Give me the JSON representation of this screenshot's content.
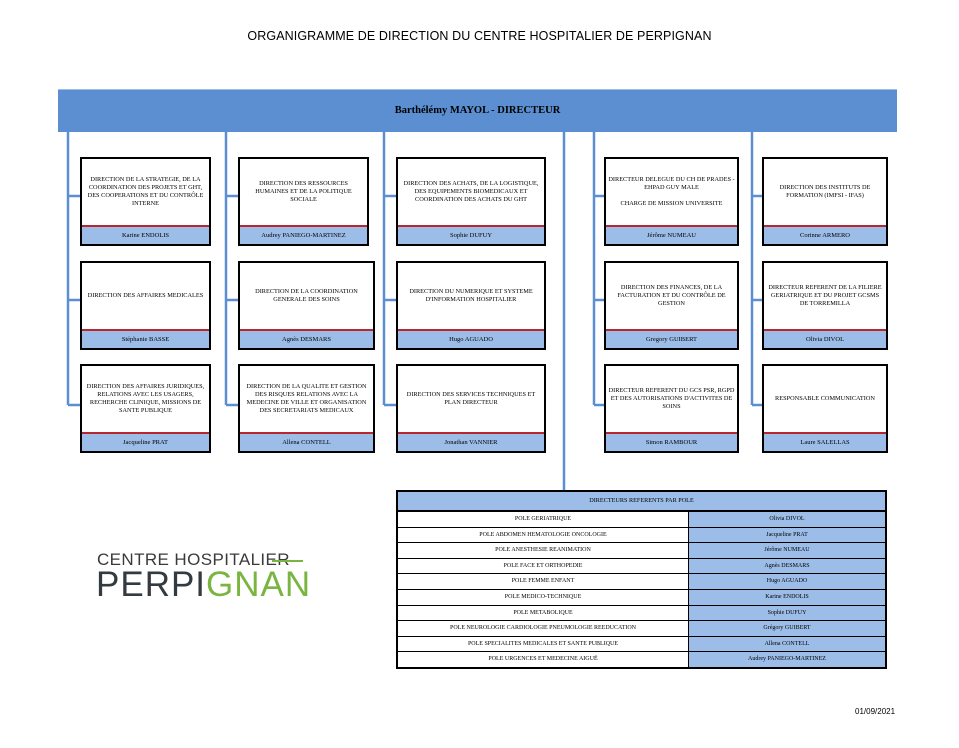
{
  "title": "ORGANIGRAMME DE DIRECTION DU CENTRE HOSPITALIER DE PERPIGNAN",
  "director": "Barthélémy MAYOL - DIRECTEUR",
  "cards": [
    {
      "title": "DIRECTION DE LA STRATEGIE, DE LA COORDINATION DES PROJETS ET GHT, DES COOPERATIONS ET DU CONTRÔLE INTERNE",
      "name": "Karine ENDOLIS"
    },
    {
      "title": "DIRECTION DES RESSOURCES HUMAINES ET DE LA POLITIQUE SOCIALE",
      "name": "Audrey PANIEGO-MARTINEZ"
    },
    {
      "title": "DIRECTION DES ACHATS, DE LA LOGISTIQUE, DES EQUIPEMENTS BIOMEDICAUX ET COORDINATION DES ACHATS DU GHT",
      "name": "Sophie DUFUY"
    },
    {
      "title": "DIRECTEUR DELEGUE DU CH DE PRADES - EHPAD GUY MALE\n\nCHARGE DE MISSION UNIVERSITE",
      "name": "Jérôme NUMEAU"
    },
    {
      "title": "DIRECTION DES INSTITUTS DE FORMATION (IMFSI - IFAS)",
      "name": "Corinne ARMERO"
    },
    {
      "title": "DIRECTION DES AFFAIRES MEDICALES",
      "name": "Stéphanie BASSE"
    },
    {
      "title": "DIRECTION DE LA COORDINATION GENERALE DES SOINS",
      "name": "Agnès DESMARS"
    },
    {
      "title": "DIRECTION DU NUMERIQUE ET SYSTEME D'INFORMATION HOSPITALIER",
      "name": "Hugo AGUADO"
    },
    {
      "title": "DIRECTION DES FINANCES, DE LA FACTURATION ET DU CONTRÔLE DE GESTION",
      "name": "Gregory GUIBERT"
    },
    {
      "title": "DIRECTEUR REFERENT DE LA FILIERE GERIATRIQUE ET DU PROJET GCSMS DE TORREMILLA",
      "name": "Olivia DIVOL"
    },
    {
      "title": "DIRECTION DES AFFAIRES JURIDIQUES, RELATIONS AVEC LES USAGERS, RECHERCHE CLINIQUE, MISSIONS DE SANTE PUBLIQUE",
      "name": "Jacqueline PRAT"
    },
    {
      "title": "DIRECTION DE LA QUALITE ET GESTION DES RISQUES RELATIONS AVEC LA MEDECINE DE VILLE ET ORGANISATION DES SECRETARIATS MEDICAUX",
      "name": "Allena CONTELL"
    },
    {
      "title": "DIRECTION DES SERVICES TECHNIQUES ET PLAN DIRECTEUR",
      "name": "Jonathan VANNIER"
    },
    {
      "title": "DIRECTEUR REFERENT DU GCS PSR, RGPD ET DES AUTORISATIONS D'ACTIVITES DE SOINS",
      "name": "Simon RAMBOUR"
    },
    {
      "title": "RESPONSABLE COMMUNICATION",
      "name": "Laure SALELLAS"
    }
  ],
  "poles_table": {
    "header": "DIRECTEURS REFERENTS PAR POLE",
    "rows": [
      {
        "pole": "POLE GERIATRIQUE",
        "director": "Olivia DIVOL"
      },
      {
        "pole": "POLE ABDOMEN HEMATOLOGIE ONCOLOGIE",
        "director": "Jacqueline PRAT"
      },
      {
        "pole": "POLE ANESTHESIE REANIMATION",
        "director": "Jérôme NUMEAU"
      },
      {
        "pole": "POLE FACE ET ORTHOPEDIE",
        "director": "Agnès DESMARS"
      },
      {
        "pole": "POLE FEMME ENFANT",
        "director": "Hugo AGUADO"
      },
      {
        "pole": "POLE MEDICO-TECHNIQUE",
        "director": "Karine ENDOLIS"
      },
      {
        "pole": "POLE METABOLIQUE",
        "director": "Sophie DUFUY"
      },
      {
        "pole": "POLE NEUROLOGIE CARDIOLOGIE PNEUMOLOGIE REEDUCATION",
        "director": "Grégory GUIBERT"
      },
      {
        "pole": "POLE SPECIALITES MEDICALES ET SANTE PUBLIQUE",
        "director": "Allena CONTELL"
      },
      {
        "pole": "POLE URGENCES ET MEDECINE AIGUË",
        "director": "Audrey PANIEGO-MARTINEZ"
      }
    ]
  },
  "logo": {
    "line1": "CENTRE HOSPITALIER",
    "line2_a": "PERPI",
    "line2_b": "GNAN"
  },
  "date": "01/09/2021",
  "colors": {
    "banner": "#5b8fd2",
    "name_bar": "#9cbde8",
    "separator": "#b8262e",
    "logo_green": "#7ab441",
    "logo_dark": "#333a40"
  }
}
